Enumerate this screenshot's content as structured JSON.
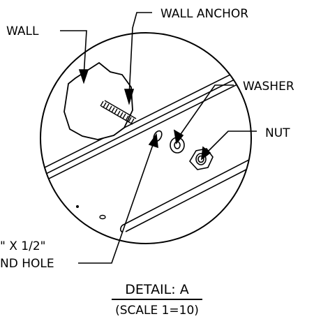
{
  "labels": {
    "wall": "WALL",
    "wall_anchor": "WALL ANCHOR",
    "washer": "WASHER",
    "nut": "NUT",
    "hole_line1": "\" X 1/2\"",
    "hole_line2": "ND HOLE"
  },
  "detail": {
    "title": "DETAIL: A",
    "scale": "(SCALE 1=10)"
  }
}
